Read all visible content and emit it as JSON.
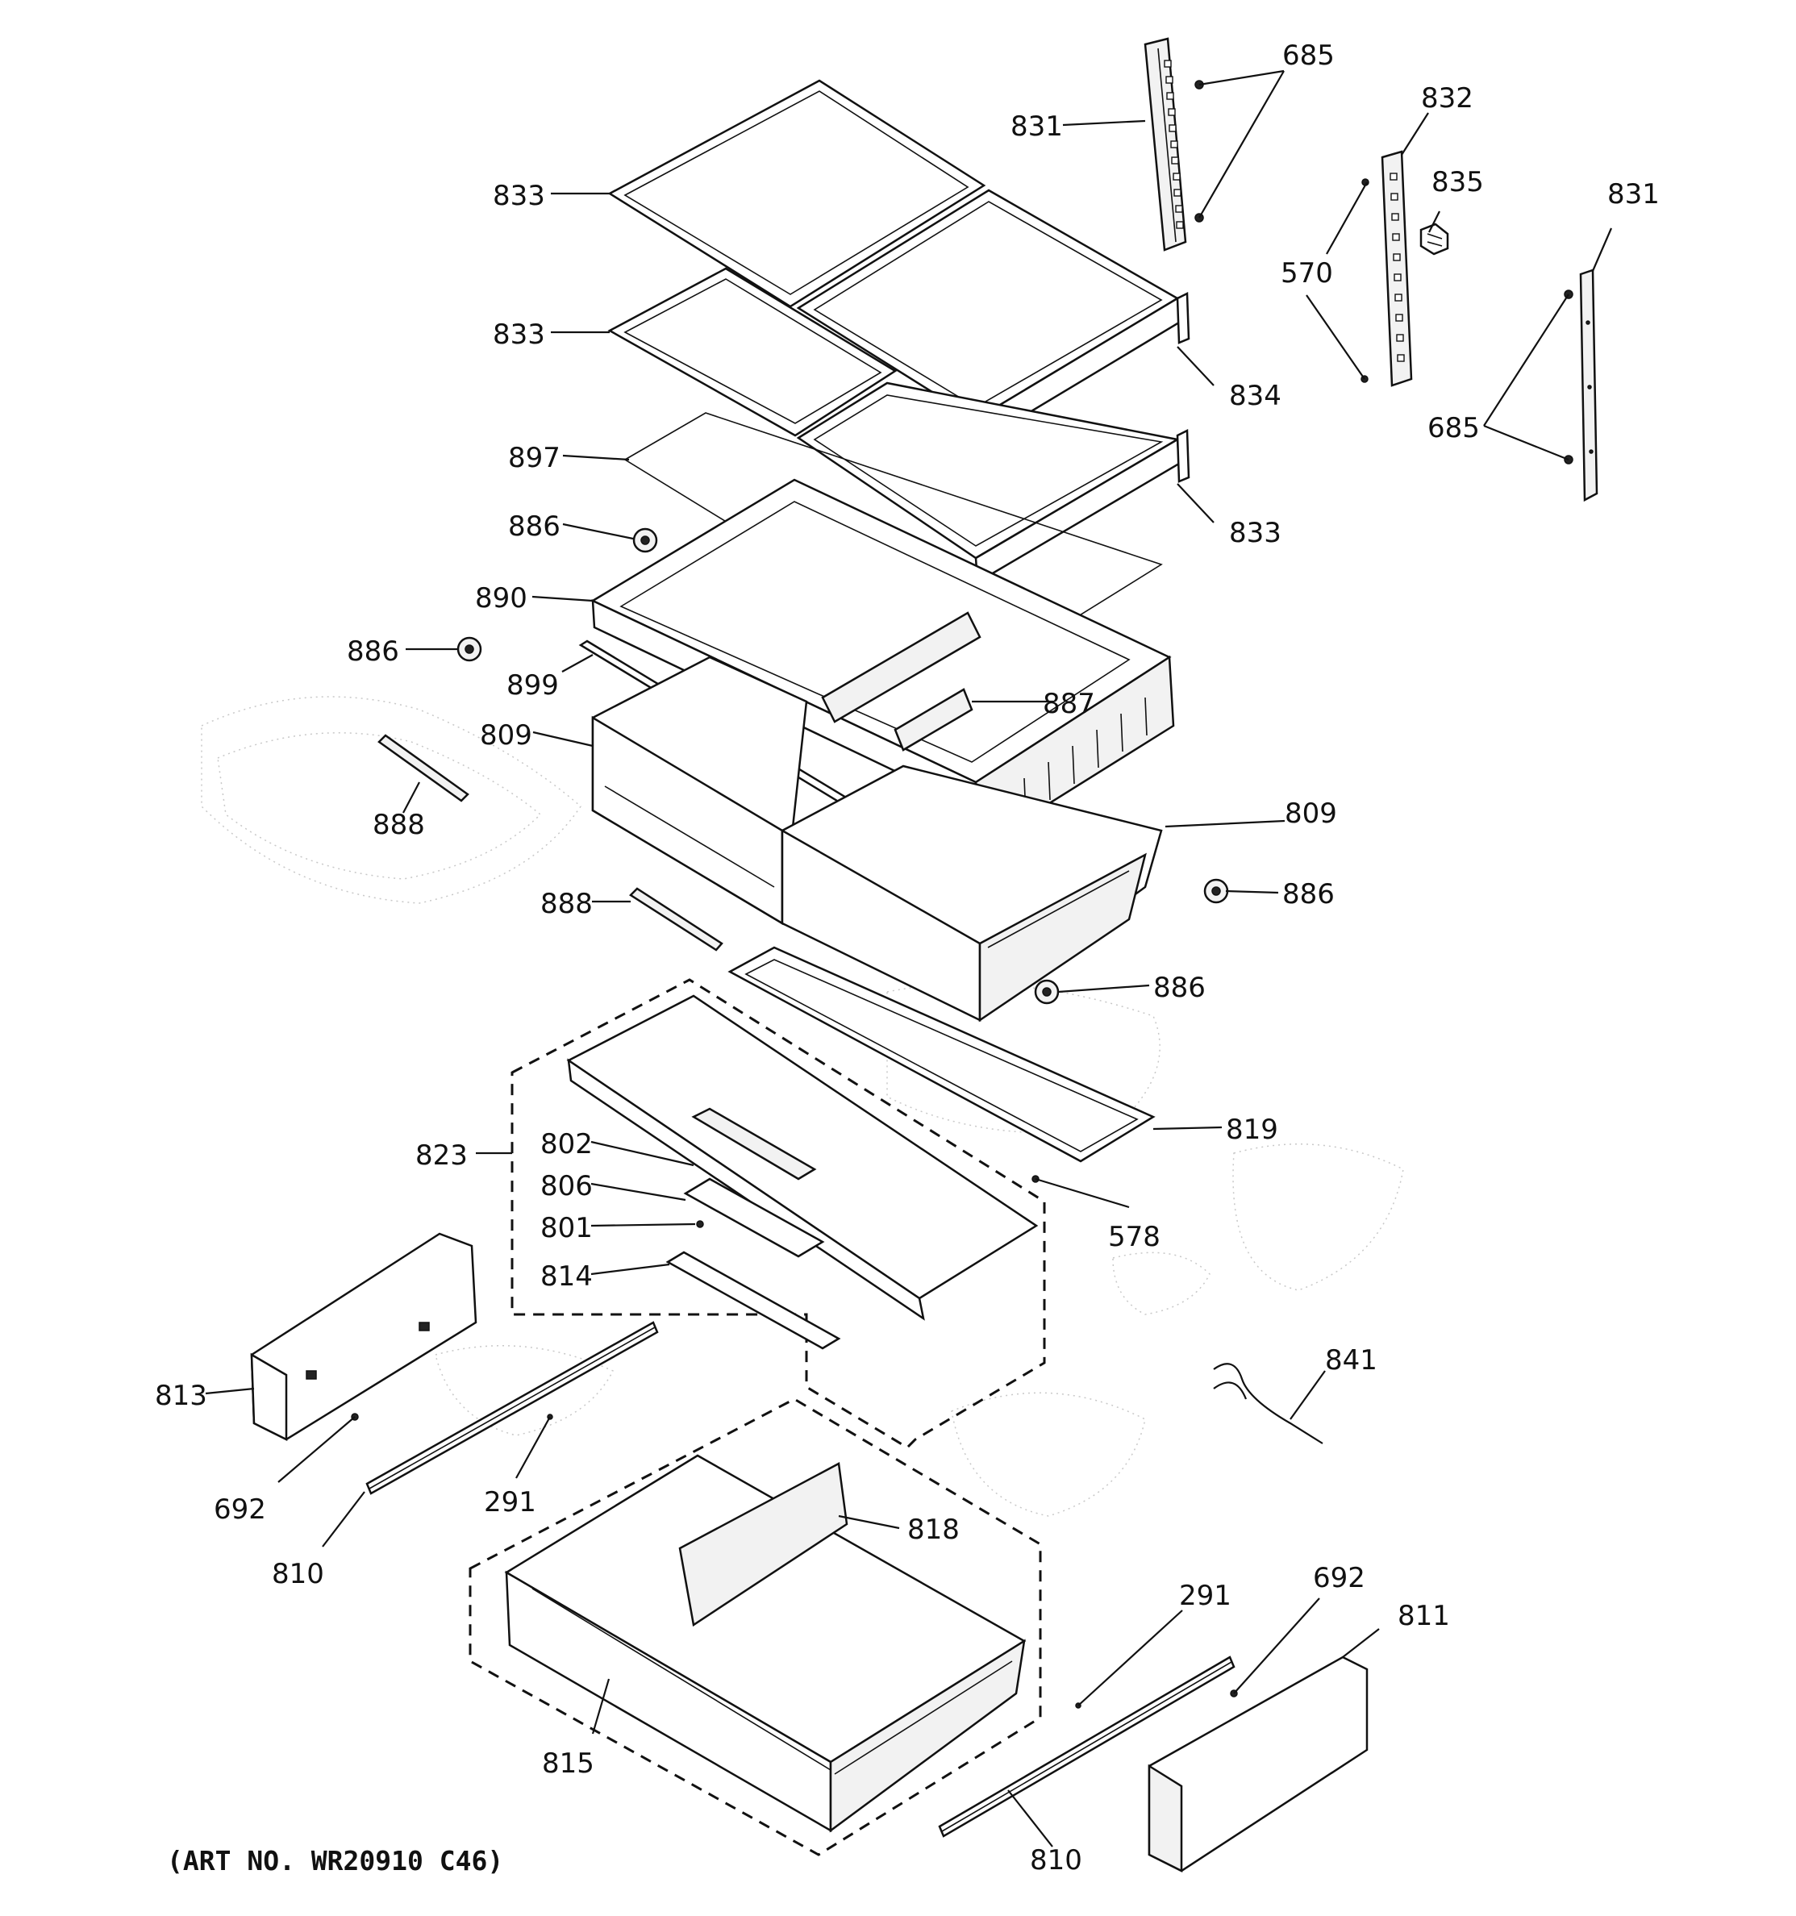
{
  "diagram": {
    "art_number": "(ART NO. WR20910 C46)",
    "labels": {
      "l685a": "685",
      "l831a": "831",
      "l832": "832",
      "l835": "835",
      "l831b": "831",
      "l833a": "833",
      "l570": "570",
      "l833b": "833",
      "l834": "834",
      "l685b": "685",
      "l897": "897",
      "l833c": "833",
      "l886a": "886",
      "l890": "890",
      "l886b": "886",
      "l899": "899",
      "l887": "887",
      "l809a": "809",
      "l888a": "888",
      "l809b": "809",
      "l886c": "886",
      "l888b": "888",
      "l886d": "886",
      "l819": "819",
      "l823": "823",
      "l802": "802",
      "l806": "806",
      "l801": "801",
      "l578": "578",
      "l814": "814",
      "l841": "841",
      "l813": "813",
      "l692a": "692",
      "l291a": "291",
      "l818": "818",
      "l810a": "810",
      "l291b": "291",
      "l692b": "692",
      "l811": "811",
      "l815": "815",
      "l810b": "810"
    }
  }
}
